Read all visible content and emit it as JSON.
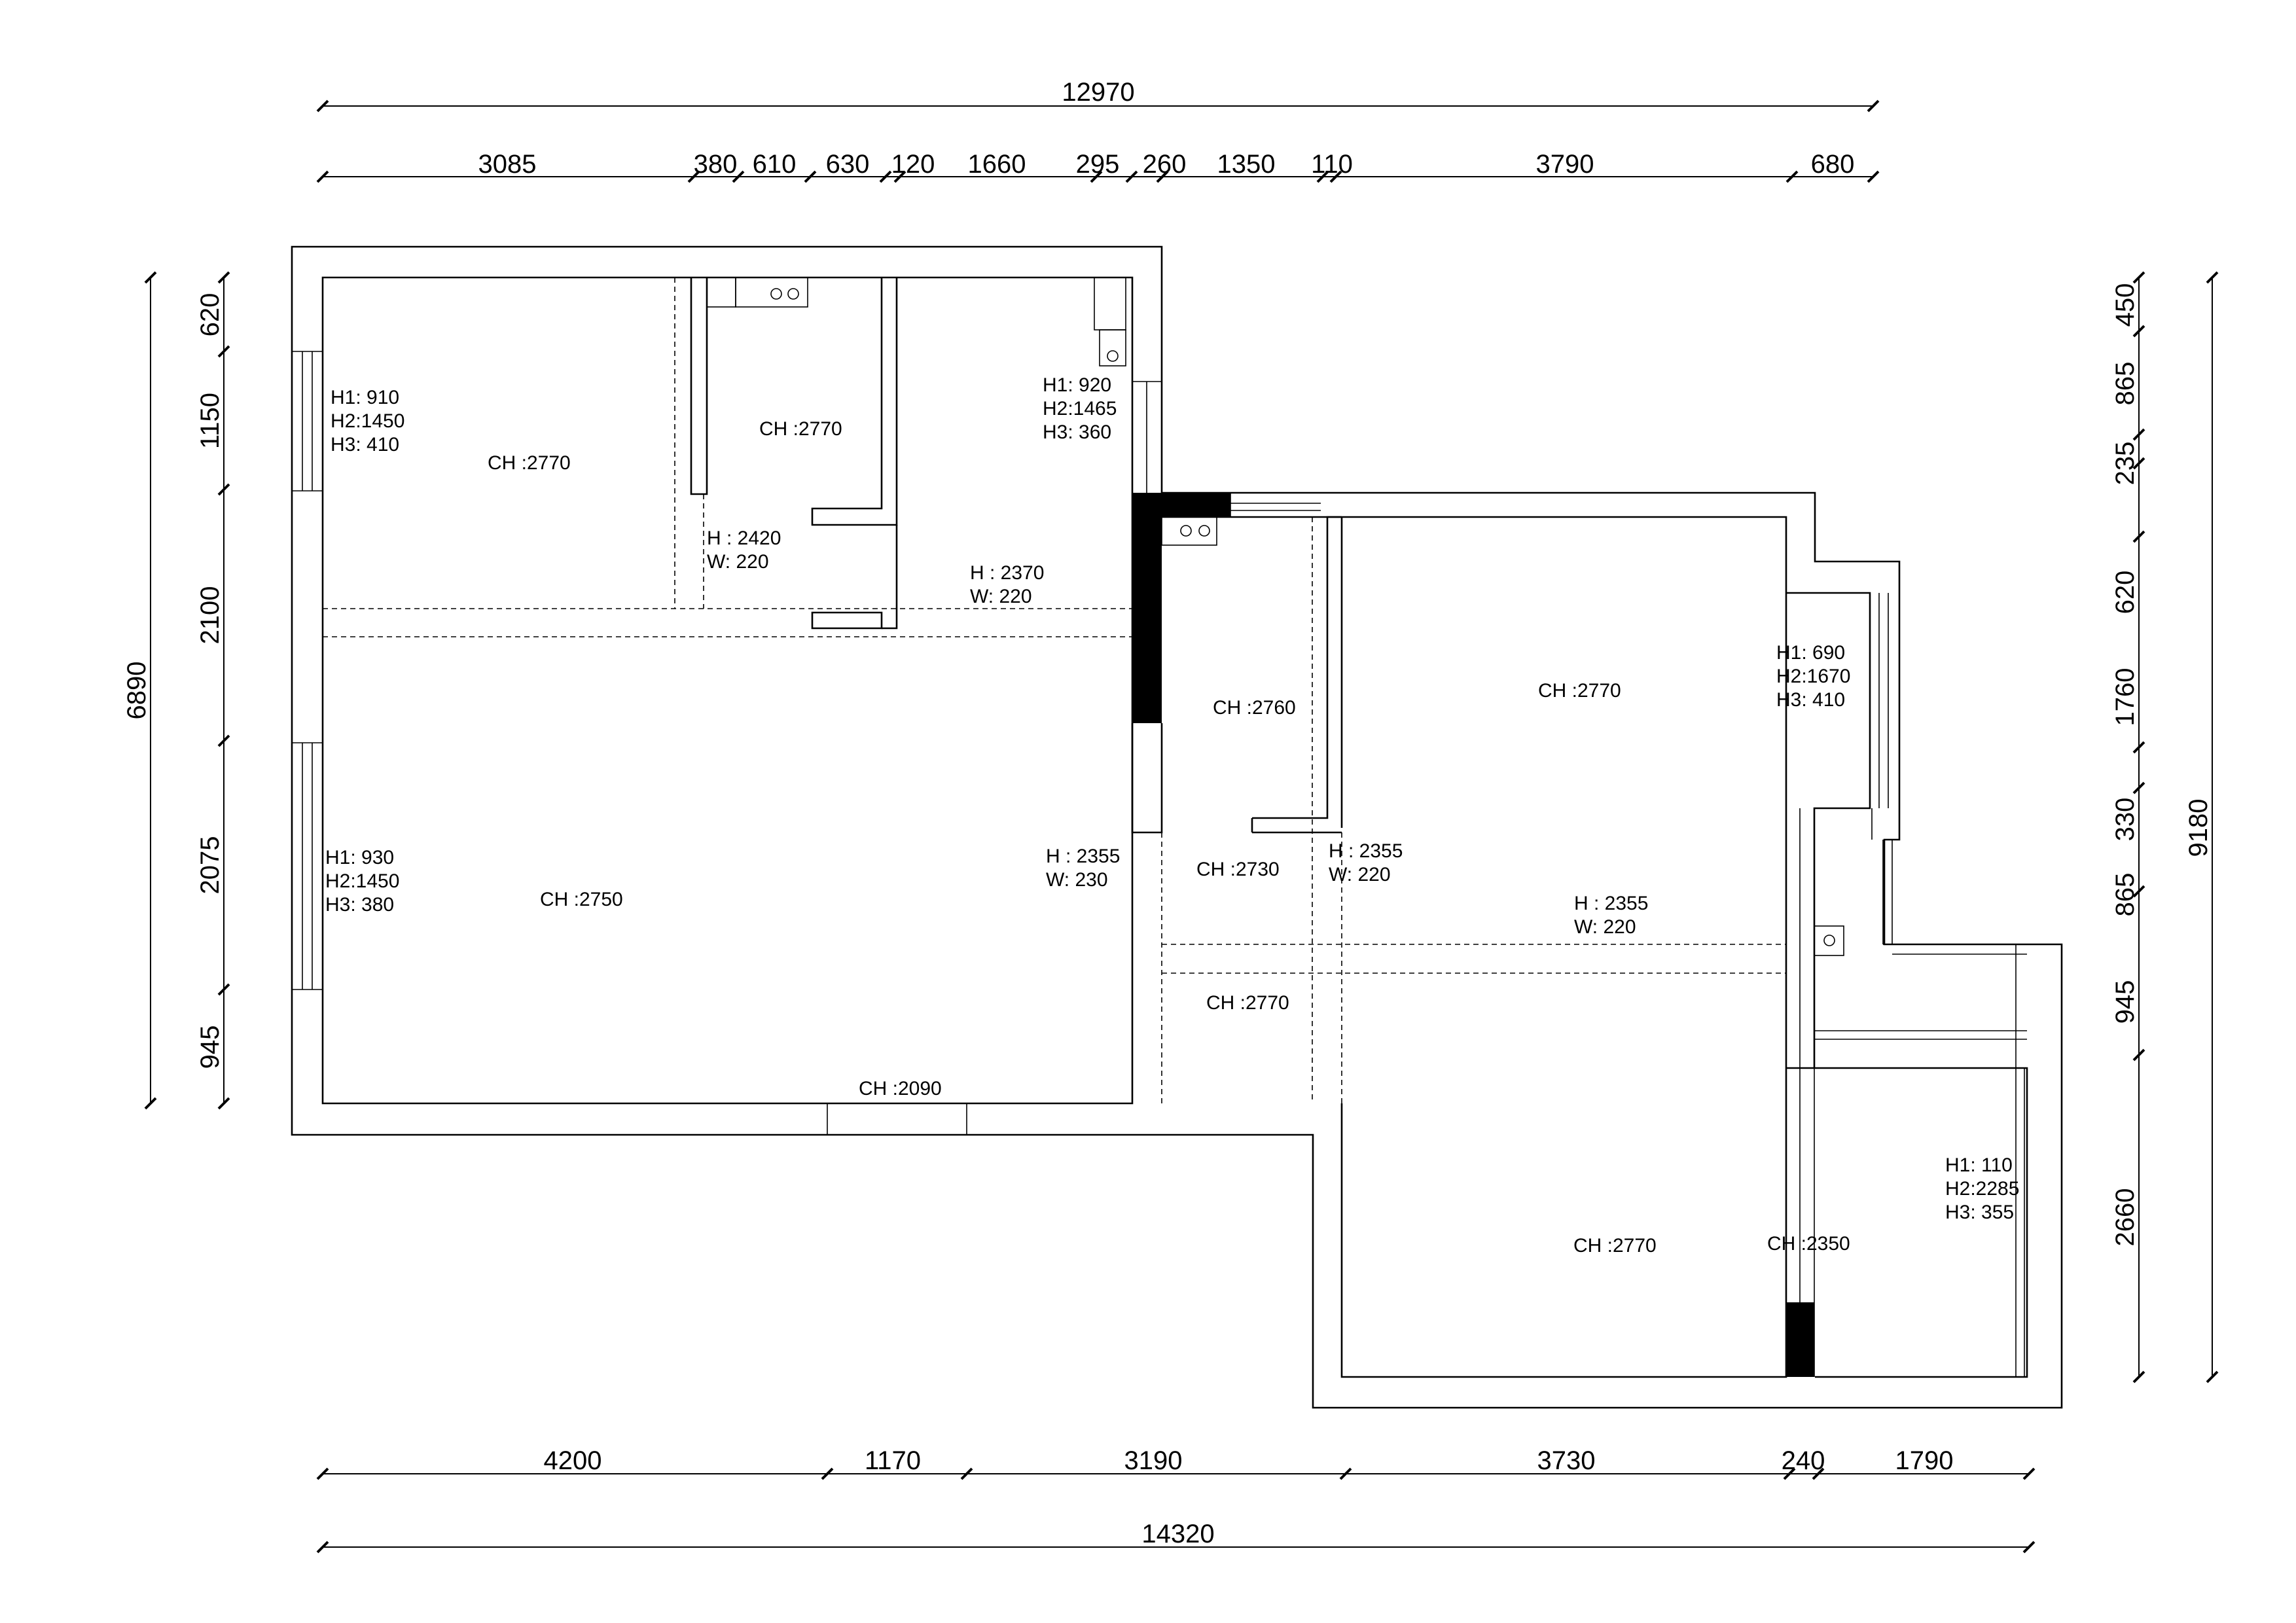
{
  "dimensions": {
    "top_total": "12970",
    "top_segments": [
      "3085",
      "380",
      "610",
      "630",
      "120",
      "1660",
      "295",
      "260",
      "1350",
      "110",
      "3790",
      "680"
    ],
    "bottom_total": "14320",
    "bottom_segments": [
      "4200",
      "1170",
      "3190",
      "3730",
      "240",
      "1790"
    ],
    "left_total": "6890",
    "left_segments": [
      "620",
      "1150",
      "2100",
      "2075",
      "945"
    ],
    "right_total": "9180",
    "right_segments": [
      "450",
      "865",
      "235",
      "620",
      "1760",
      "330",
      "865",
      "945",
      "2660"
    ]
  },
  "ceiling_heights": [
    "CH :2770",
    "CH :2770",
    "CH :2750",
    "CH :2090",
    "CH :2760",
    "CH :2730",
    "CH :2770",
    "CH :2770",
    "CH :2770",
    "CH :2350"
  ],
  "window_notes": [
    {
      "h1": "H1:  910",
      "h2": "H2:1450",
      "h3": "H3:  410"
    },
    {
      "h1": "H1:  930",
      "h2": "H2:1450",
      "h3": "H3:  380"
    },
    {
      "h1": "H1:  920",
      "h2": "H2:1465",
      "h3": "H3:  360"
    },
    {
      "h1": "H1:  690",
      "h2": "H2:1670",
      "h3": "H3:  410"
    },
    {
      "h1": "H1:  110",
      "h2": "H2:2285",
      "h3": "H3:  355"
    }
  ],
  "opening_notes": [
    {
      "h": "H : 2420",
      "w": "W:  220"
    },
    {
      "h": "H : 2370",
      "w": "W:  220"
    },
    {
      "h": "H : 2355",
      "w": "W:  230"
    },
    {
      "h": "H : 2355",
      "w": "W:  220"
    },
    {
      "h": "H : 2355",
      "w": "W:  220"
    }
  ]
}
